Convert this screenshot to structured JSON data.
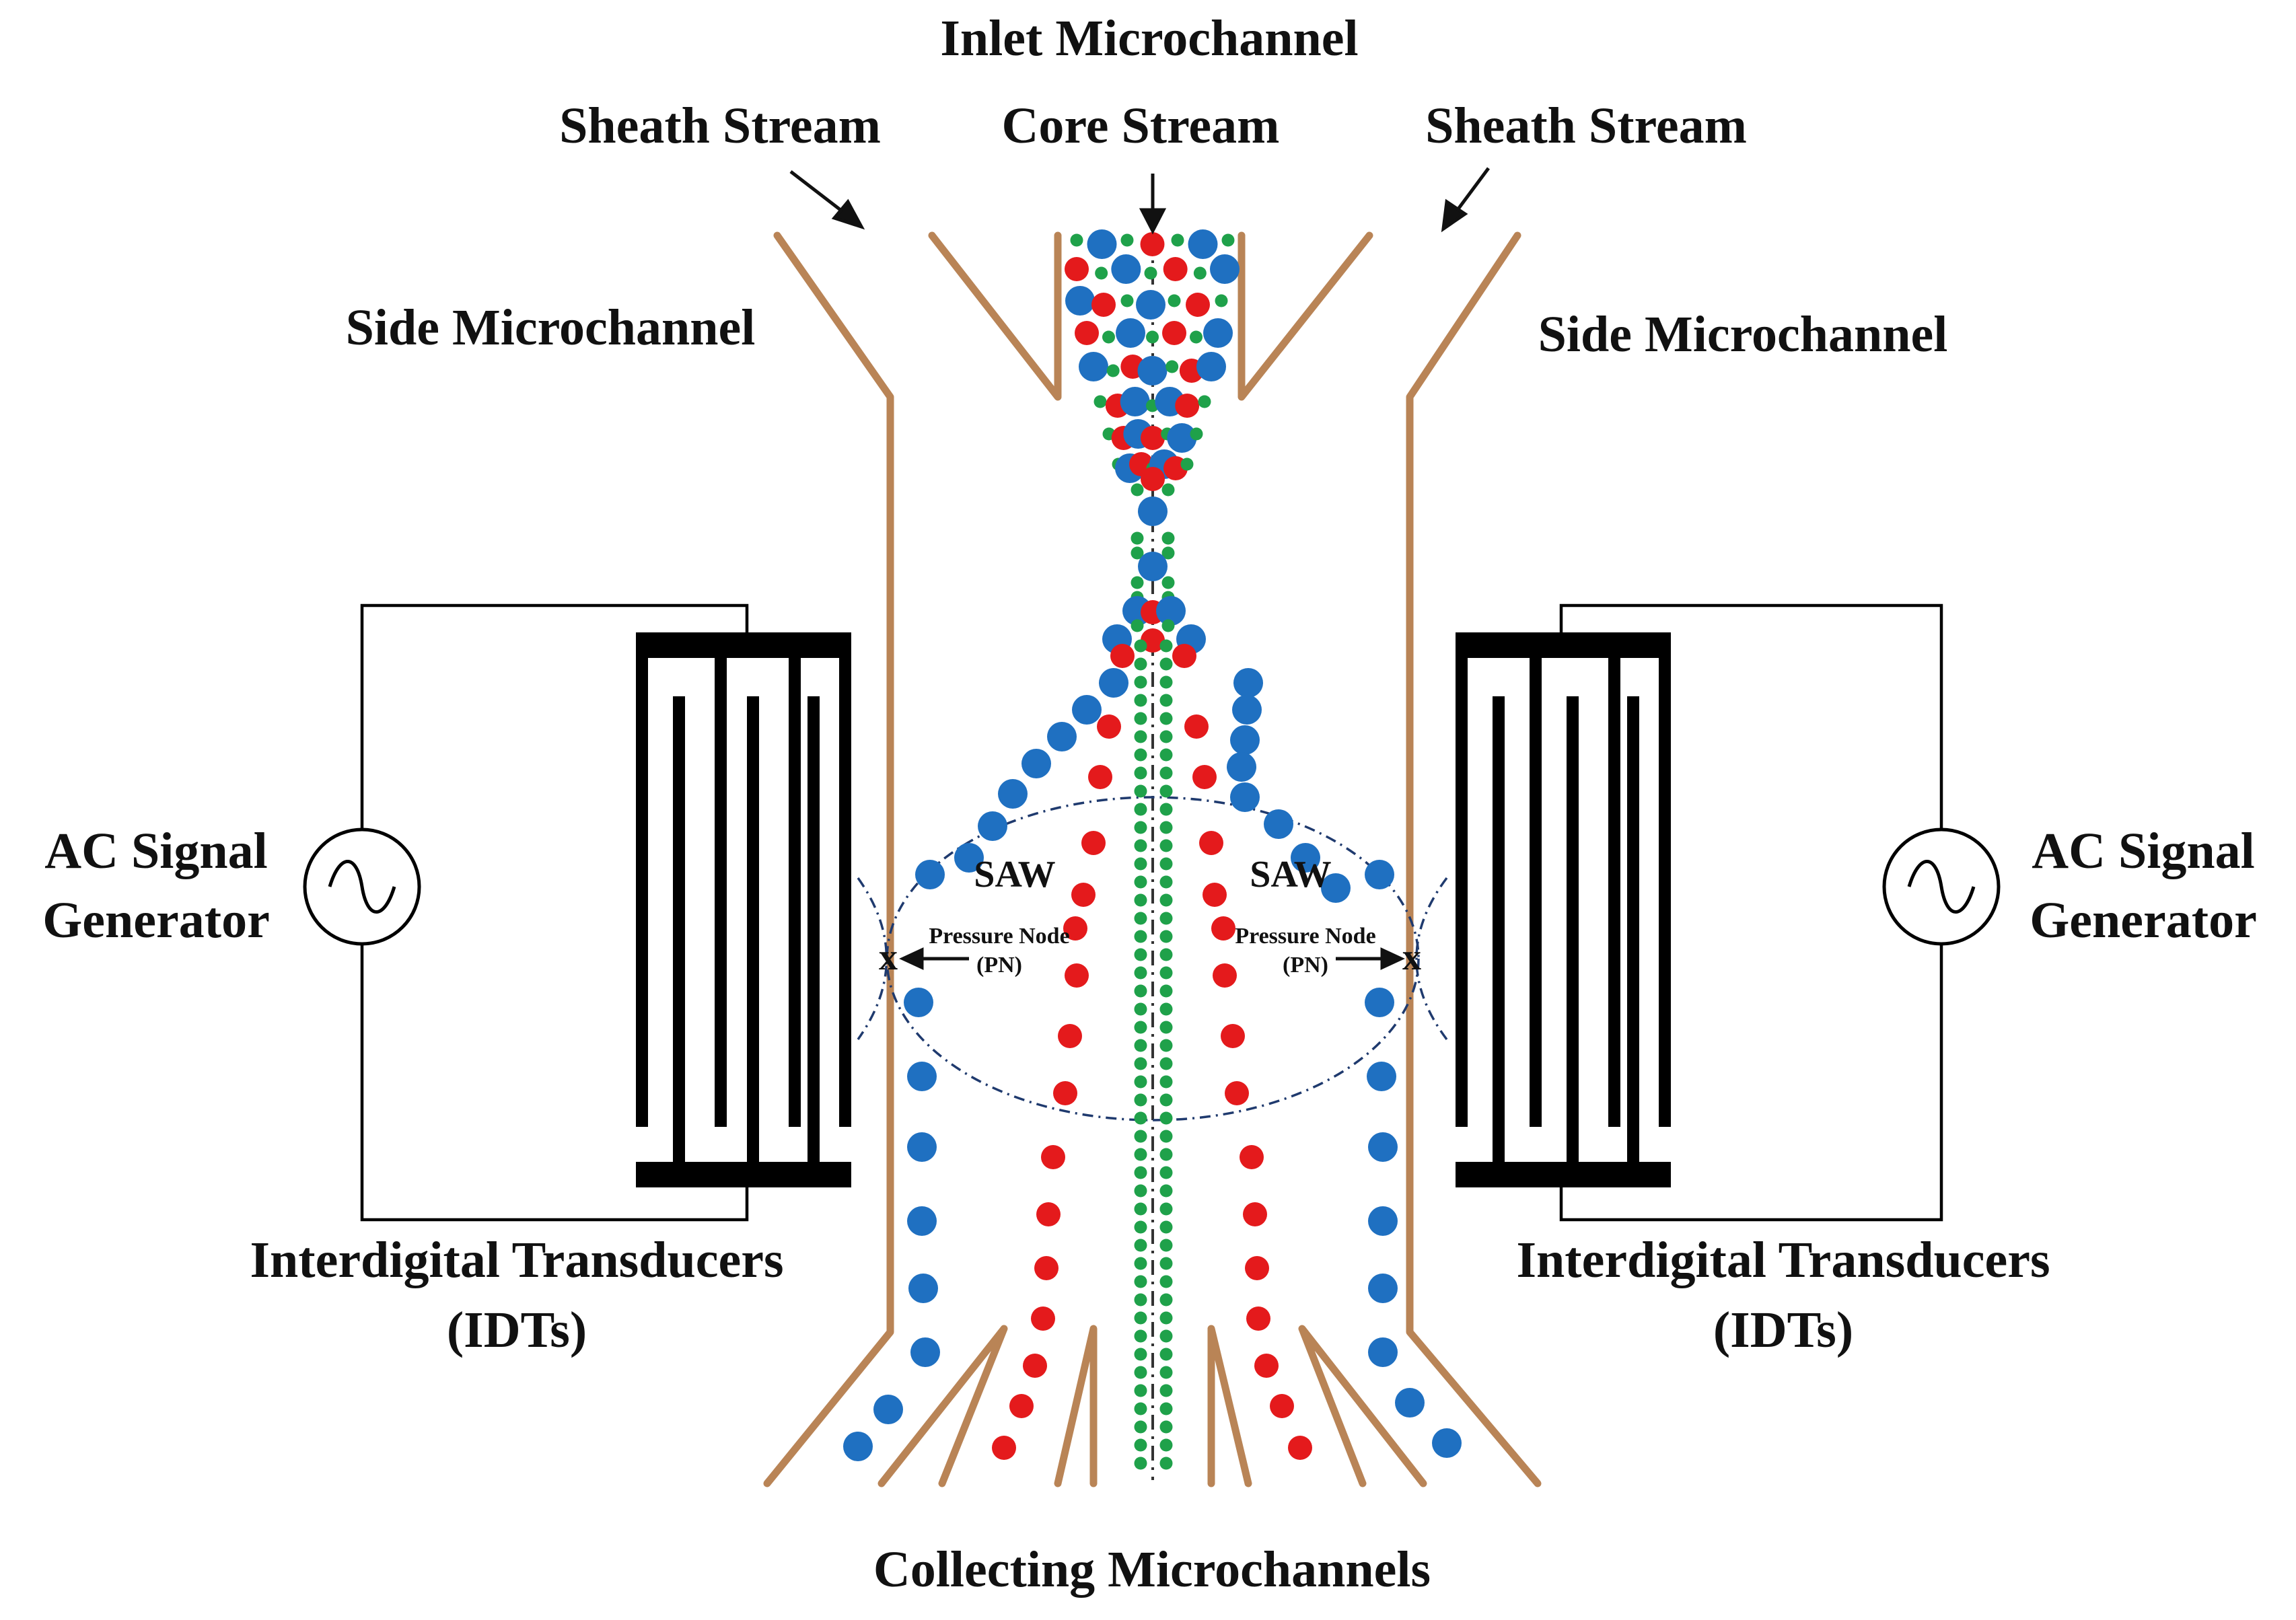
{
  "labels": {
    "inlet": "Inlet Microchannel",
    "sheath_left": "Sheath Stream",
    "core": "Core Stream",
    "sheath_right": "Sheath Stream",
    "side_left": "Side Microchannel",
    "side_right": "Side Microchannel",
    "ac_left_1": "AC Signal",
    "ac_left_2": "Generator",
    "ac_right_1": "AC Signal",
    "ac_right_2": "Generator",
    "saw_left": "SAW",
    "saw_right": "SAW",
    "pn_left_1": "Pressure Node",
    "pn_left_2": "(PN)",
    "pn_right_1": "Pressure Node",
    "pn_right_2": "(PN)",
    "pn_marker_left": "x",
    "pn_marker_right": "x",
    "idt_left_1": "Interdigital Transducers",
    "idt_left_2": "(IDTs)",
    "idt_right_1": "Interdigital Transducers",
    "idt_right_2": "(IDTs)",
    "collecting": "Collecting Microchannels"
  },
  "colors": {
    "channel_wall": "#b98456",
    "large_particle": "#1f70c1",
    "medium_particle": "#e41a1c",
    "small_particle": "#1fa14a",
    "transducer": "#000000",
    "wire": "#000000",
    "saw_outline": "#1f3a6e"
  },
  "legend_of_particles": {
    "large": "blue",
    "medium": "red",
    "small": "green"
  }
}
